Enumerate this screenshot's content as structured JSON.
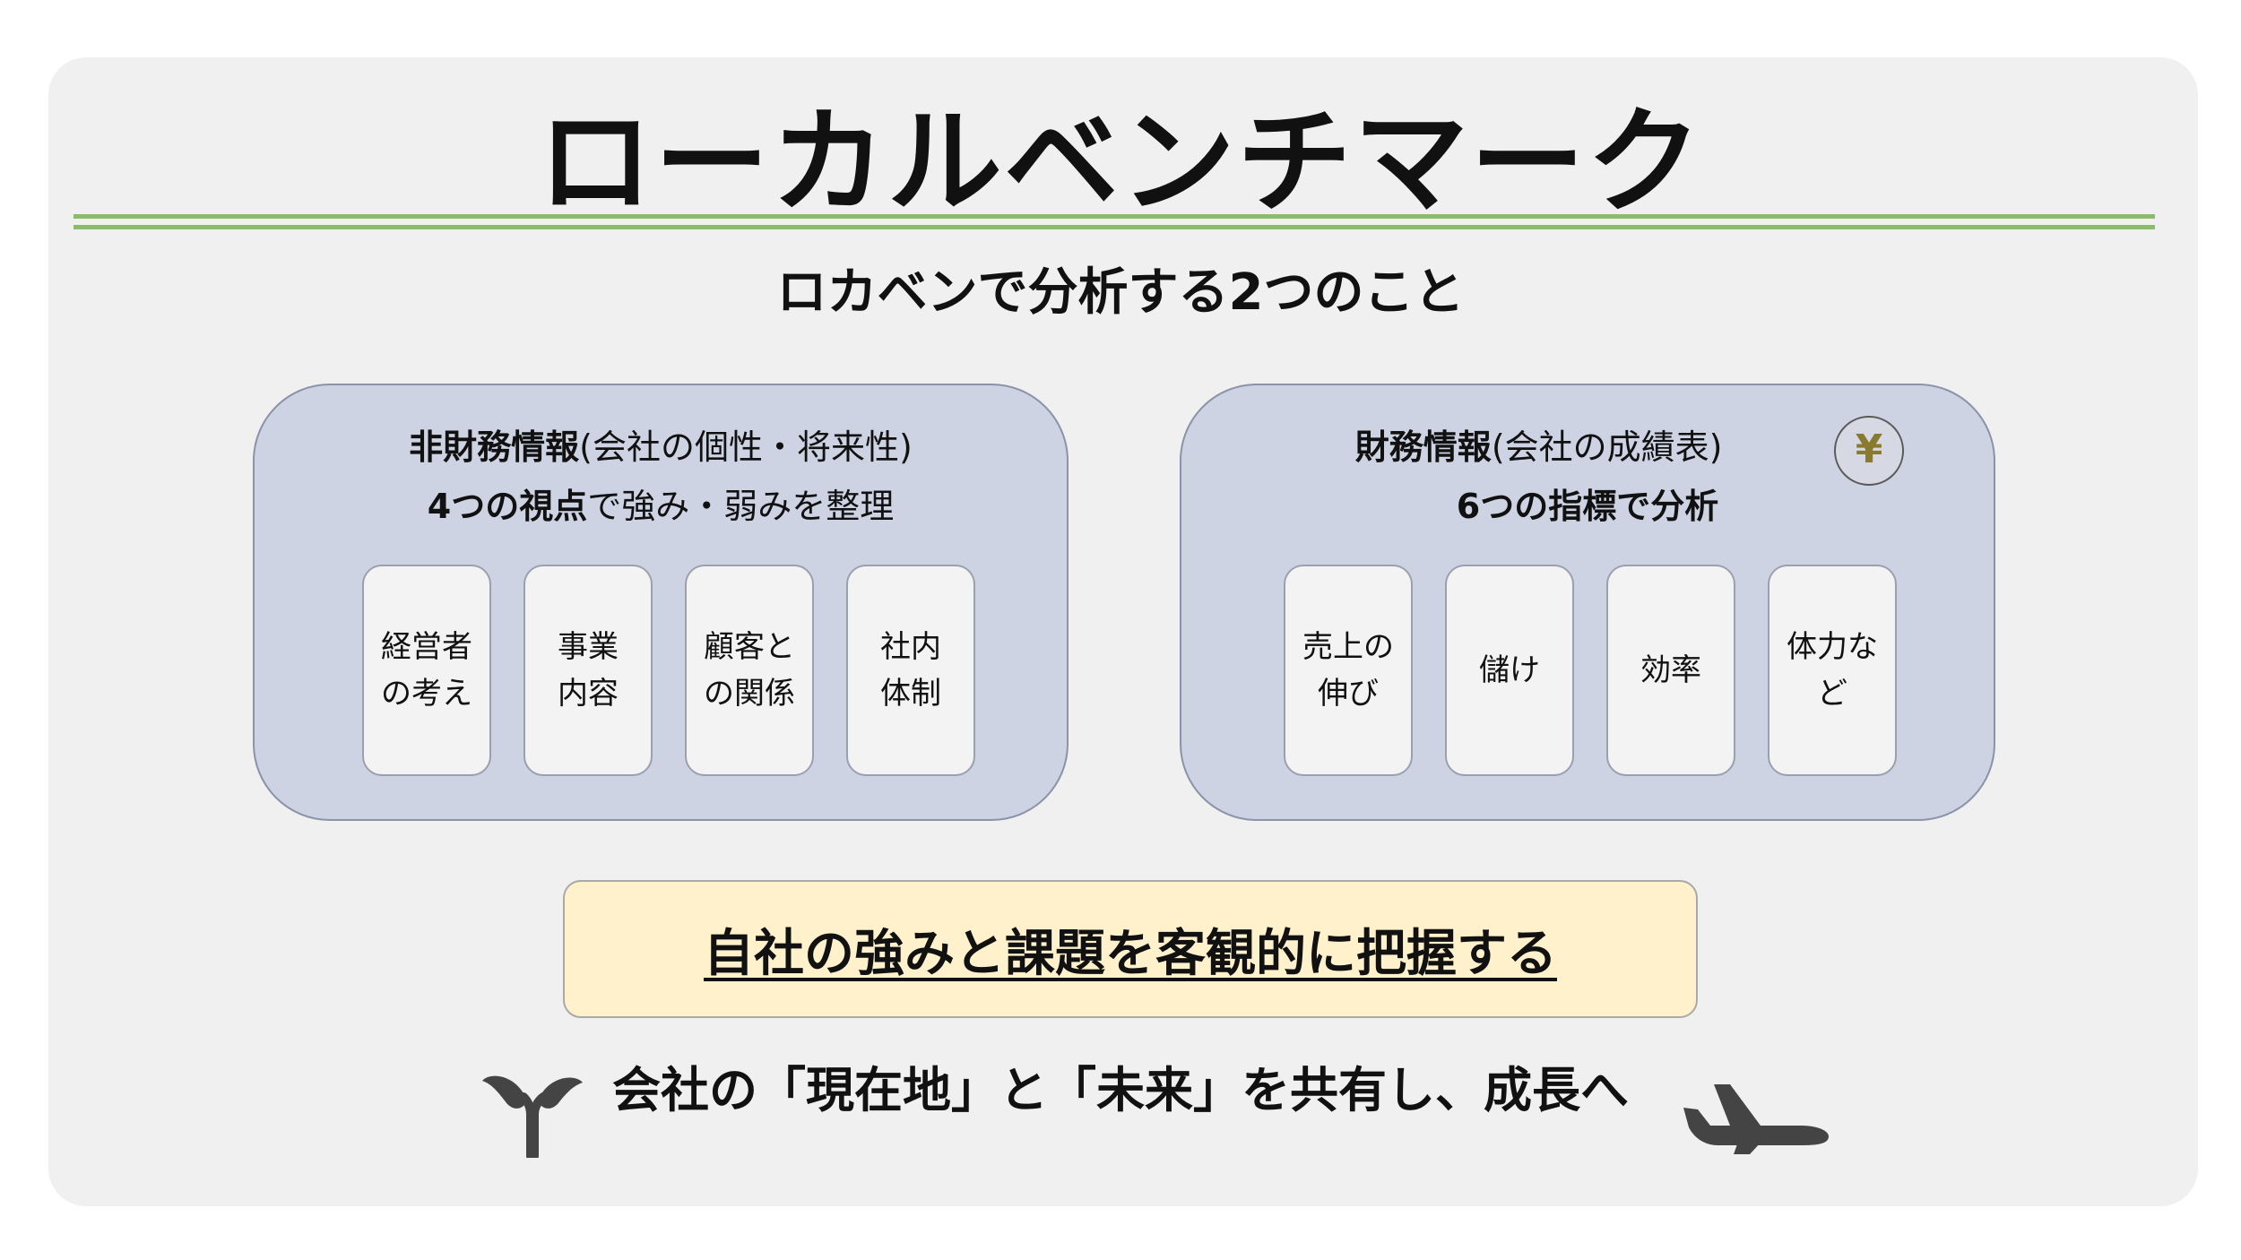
{
  "title": "ローカルベンチマーク",
  "subtitle": "ロカベンで分析する2つのこと",
  "colors": {
    "slide_background": "#f0f0f0",
    "accent_rule": "#8dbb6e",
    "panel_background": "#cdd3e3",
    "card_background": "#f3f3f3",
    "summary_background": "#fff1cc",
    "icon_color": "#444444"
  },
  "non_financial": {
    "heading_bold": "非財務情報",
    "heading_rest": "(会社の個性・将来性)",
    "sub_bold": "4つの視点",
    "sub_rest": "で強み・弱みを整理",
    "cards": [
      "経営者\nの考え",
      "事業\n内容",
      "顧客と\nの関係",
      "社内\n体制"
    ]
  },
  "financial": {
    "heading_bold": "財務情報",
    "heading_rest": "(会社の成績表)",
    "sub": "6つの指標で分析",
    "icon": "yen-coin-icon",
    "icon_glyph": "¥",
    "cards": [
      "売上の\n伸び",
      "儲け",
      "効率",
      "体力な\nど"
    ]
  },
  "summary": "自社の強みと課題を客観的に把握する",
  "footer": "会社の「現在地」と「未来」を共有し、成長へ",
  "footer_icons": {
    "left": "sprout-icon",
    "right": "airplane-icon"
  }
}
